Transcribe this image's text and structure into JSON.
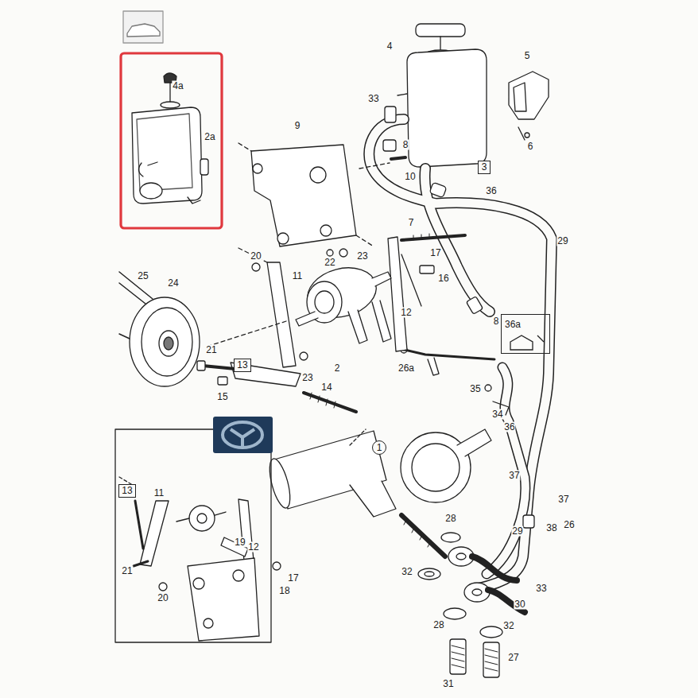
{
  "diagram": {
    "nodes": [
      {
        "text": [
          "3"
        ]
      },
      {
        "text": [
          "36a"
        ]
      },
      {
        "text": [
          "13"
        ]
      },
      {
        "text": [
          "1"
        ]
      },
      {
        "text": [
          "13"
        ]
      }
    ],
    "labels": [
      "4",
      "5",
      "4a",
      "33",
      "2a",
      "8",
      "6",
      "9",
      "10",
      "36",
      "7",
      "29",
      "20",
      "17",
      "22",
      "23",
      "11",
      "25",
      "24",
      "16",
      "12",
      "8",
      "21",
      "2",
      "26a",
      "23",
      "14",
      "35",
      "15",
      "34",
      "36",
      "11",
      "12",
      "21",
      "19",
      "37",
      "28",
      "38",
      "26",
      "29",
      "20",
      "17",
      "18",
      "37",
      "32",
      "33",
      "30",
      "32",
      "28",
      "27",
      "31"
    ]
  }
}
